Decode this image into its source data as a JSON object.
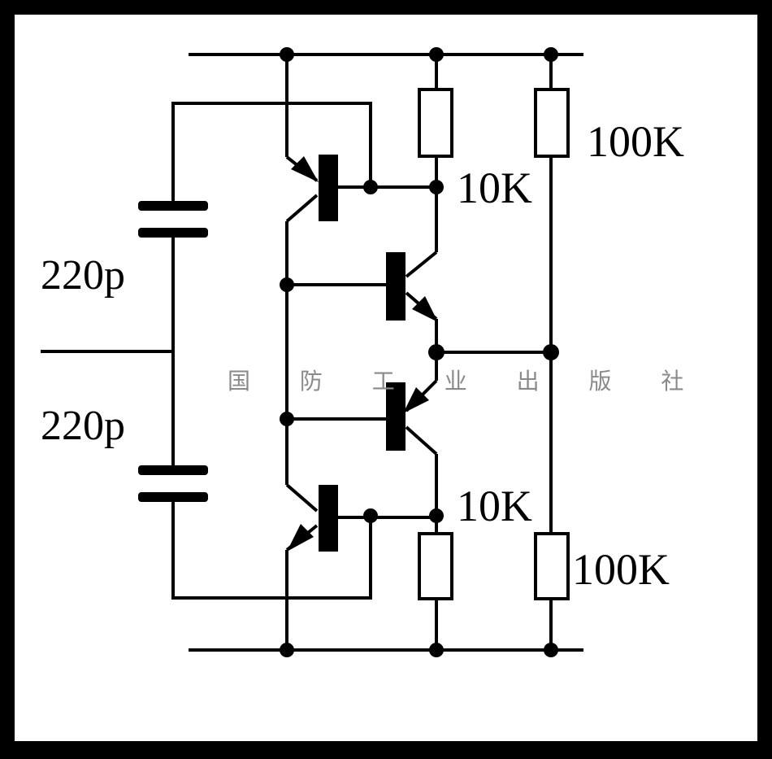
{
  "labels": {
    "resistor_top_right": "100K",
    "resistor_top_mid": "10K",
    "cap_top": "220p",
    "cap_bottom": "220p",
    "resistor_bottom_mid": "10K",
    "resistor_bottom_right": "100K"
  },
  "watermark": "国 防 工 业 出 版 社"
}
